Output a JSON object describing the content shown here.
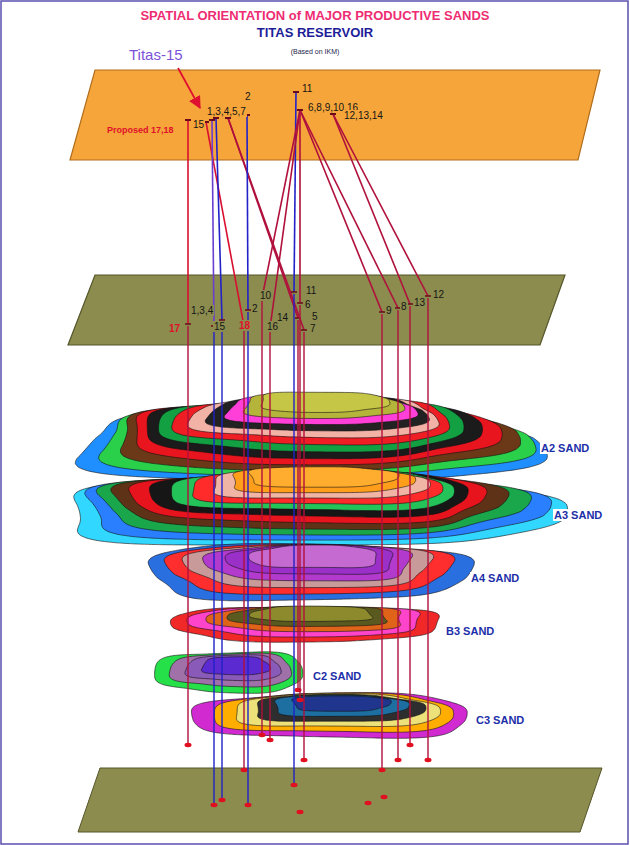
{
  "diagram": {
    "title": "SPATIAL ORIENTATION of MAJOR PRODUCTIVE SANDS",
    "nodes": [
      {
        "text": [
          "2",
          "11",
          "1,3,4,5,7",
          "6,8,9,10,16",
          "12,13,14",
          "Proposed 17,18",
          "15"
        ]
      },
      {
        "text": [
          "10",
          "11",
          "1,3,4",
          "2",
          "6",
          "14",
          "5",
          "12",
          "9",
          "8",
          "13",
          "17",
          "15",
          "18",
          "16",
          "7"
        ]
      },
      {
        "text": [
          "A2 SAND"
        ]
      },
      {
        "text": [
          "A3 SAND"
        ]
      },
      {
        "text": [
          "A4 SAND"
        ]
      },
      {
        "text": [
          "B3 SAND"
        ]
      },
      {
        "text": [
          "C2 SAND"
        ]
      },
      {
        "text": [
          "C3 SAND"
        ]
      }
    ],
    "labels": [
      "TITAS RESERVOIR",
      "(Based on IKM)",
      "Titas-15"
    ]
  }
}
